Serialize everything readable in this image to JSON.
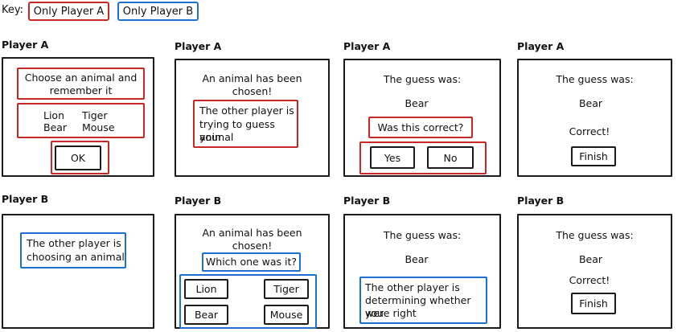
{
  "key": {
    "label": "Key:",
    "player_a_only": "Only Player A",
    "player_b_only": "Only Player B"
  },
  "colors": {
    "player_a": "#c62828",
    "player_b": "#1e6fd0",
    "outline": "#1a1a1a"
  },
  "row_a": {
    "panels": [
      {
        "title": "Player A",
        "instruction_line1": "Choose an animal and",
        "instruction_line2": "remember it",
        "animals": [
          "Lion",
          "Tiger",
          "Bear",
          "Mouse"
        ],
        "ok_button": "OK"
      },
      {
        "title": "Player A",
        "message_line1": "An animal has been",
        "message_line2": "chosen!",
        "info_line1": "The other player is",
        "info_line2": "trying to guess your",
        "info_line3": "animal"
      },
      {
        "title": "Player A",
        "guess_label": "The guess was:",
        "guess_value": "Bear",
        "question": "Was this correct?",
        "yes_button": "Yes",
        "no_button": "No"
      },
      {
        "title": "Player A",
        "guess_label": "The guess was:",
        "guess_value": "Bear",
        "result": "Correct!",
        "finish_button": "Finish"
      }
    ]
  },
  "row_b": {
    "panels": [
      {
        "title": "Player B",
        "info_line1": "The other player is",
        "info_line2": "choosing an animal"
      },
      {
        "title": "Player B",
        "message_line1": "An animal has been",
        "message_line2": "chosen!",
        "question": "Which one was it?",
        "options": [
          "Lion",
          "Tiger",
          "Bear",
          "Mouse"
        ]
      },
      {
        "title": "Player B",
        "guess_label": "The guess was:",
        "guess_value": "Bear",
        "info_line1": "The other player is",
        "info_line2": "determining whether you",
        "info_line3": "were right"
      },
      {
        "title": "Player B",
        "guess_label": "The guess was:",
        "guess_value": "Bear",
        "result": "Correct!",
        "finish_button": "Finish"
      }
    ]
  }
}
